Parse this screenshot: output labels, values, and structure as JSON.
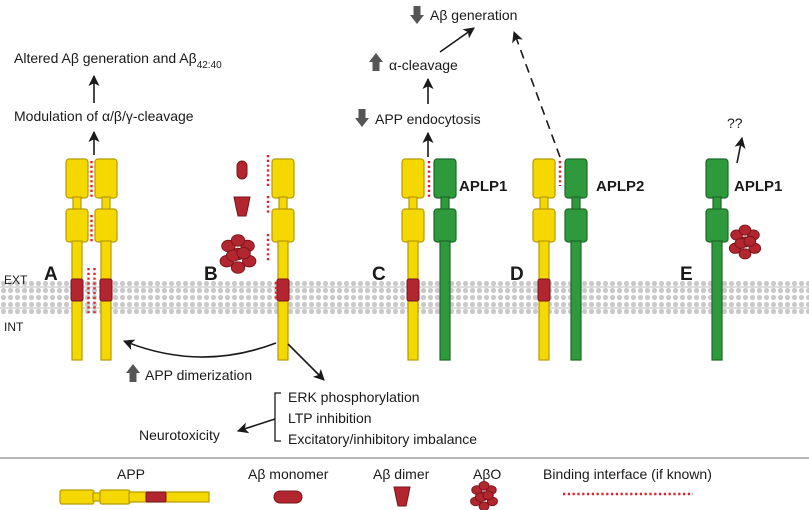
{
  "colors": {
    "app": "#f5d800",
    "app_stroke": "#b89a00",
    "aplp": "#2f9a3c",
    "aplp_stroke": "#1d6a27",
    "abeta": "#b1262f",
    "interface": "#e0202a",
    "arrow": "#1a1a1a",
    "up_down_arrow": "#555555"
  },
  "membrane": {
    "ext_label": "EXT",
    "int_label": "INT"
  },
  "panels": {
    "A": {
      "letter": "A",
      "top_text": "Altered Aβ generation and Aβ",
      "top_subscript": "42:40",
      "mid_text": "Modulation of α/β/γ-cleavage"
    },
    "B": {
      "letter": "B",
      "dimerization_text": "APP dimerization",
      "effects": [
        "ERK phosphorylation",
        "LTP inhibition",
        "Excitatory/inhibitory imbalance"
      ],
      "neurotoxicity_text": "Neurotoxicity"
    },
    "C": {
      "letter": "C",
      "partner": "APLP1",
      "endocytosis_text": "APP endocytosis",
      "alpha_text": "α-cleavage",
      "abeta_text": "Aβ generation"
    },
    "D": {
      "letter": "D",
      "partner": "APLP2"
    },
    "E": {
      "letter": "E",
      "partner": "APLP1",
      "question": "??"
    }
  },
  "legend": {
    "app": "APP",
    "monomer": "Aβ monomer",
    "dimer": "Aβ dimer",
    "abo": "AβO",
    "interface": "Binding interface (if known)"
  }
}
